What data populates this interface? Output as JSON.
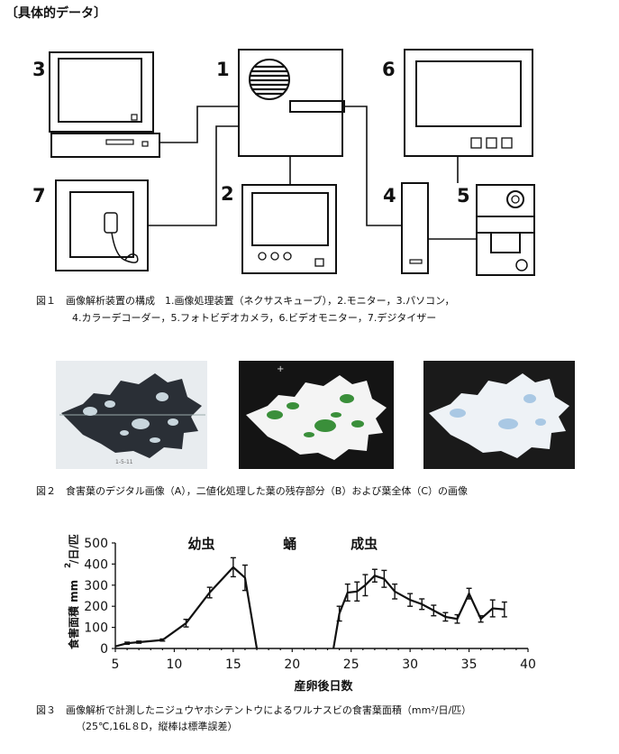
{
  "heading": "〔具体的データ〕",
  "figure1": {
    "device_labels": [
      "1",
      "2",
      "3",
      "4",
      "5",
      "6",
      "7"
    ],
    "caption_line1": "図１　画像解析装置の構成　1.画像処理装置（ネクサスキューブ），2.モニター，3.パソコン，",
    "caption_line2": "4.カラーデコーダー，5.フォトビデオカメラ，6.ビデオモニター，7.デジタイザー"
  },
  "figure2": {
    "caption": "図２　食害葉のデジタル画像（A），二値化処理した葉の残存部分（B）および葉全体（C）の画像",
    "photo_sticker": "1-5-11"
  },
  "figure3": {
    "caption_line1": "図３　画像解析で計測したニジュウヤホシテントウによるワルナスビの食害葉面積（mm²/日/匹）",
    "caption_line2": "（25℃,16L８D，縦棒は標準誤差）"
  },
  "chart_data": {
    "type": "line",
    "xlabel": "産卵後日数",
    "ylabel": "食害面積 mm²/日/匹",
    "ylabel_main": "食害面積 mm",
    "ylabel_sup": "2",
    "ylabel_unit": "/日/匹",
    "xlim": [
      5,
      40
    ],
    "ylim": [
      0,
      500
    ],
    "xticks": [
      5,
      10,
      15,
      20,
      25,
      30,
      35,
      40
    ],
    "yticks": [
      0,
      100,
      200,
      300,
      400,
      500
    ],
    "stage_labels": [
      {
        "text": "幼虫",
        "x": 12.3
      },
      {
        "text": "蛹",
        "x": 19.8
      },
      {
        "text": "成虫",
        "x": 26.1
      }
    ],
    "series": [
      {
        "segment": "larva",
        "x": [
          5,
          6,
          7,
          9,
          11,
          13,
          15,
          16,
          17
        ],
        "y": [
          10,
          25,
          30,
          40,
          120,
          265,
          385,
          335,
          0
        ],
        "err": [
          0,
          5,
          5,
          5,
          18,
          25,
          45,
          60,
          0
        ]
      },
      {
        "segment": "adult",
        "x": [
          23.5,
          24,
          24.7,
          25.5,
          26.2,
          27,
          27.8,
          28.7,
          30,
          31,
          32,
          33,
          34,
          35,
          36,
          37,
          38
        ],
        "y": [
          0,
          165,
          265,
          270,
          300,
          345,
          330,
          270,
          230,
          210,
          180,
          150,
          140,
          260,
          140,
          190,
          185
        ],
        "err": [
          0,
          35,
          40,
          45,
          50,
          30,
          40,
          35,
          30,
          25,
          25,
          20,
          20,
          25,
          15,
          40,
          35
        ]
      }
    ]
  }
}
